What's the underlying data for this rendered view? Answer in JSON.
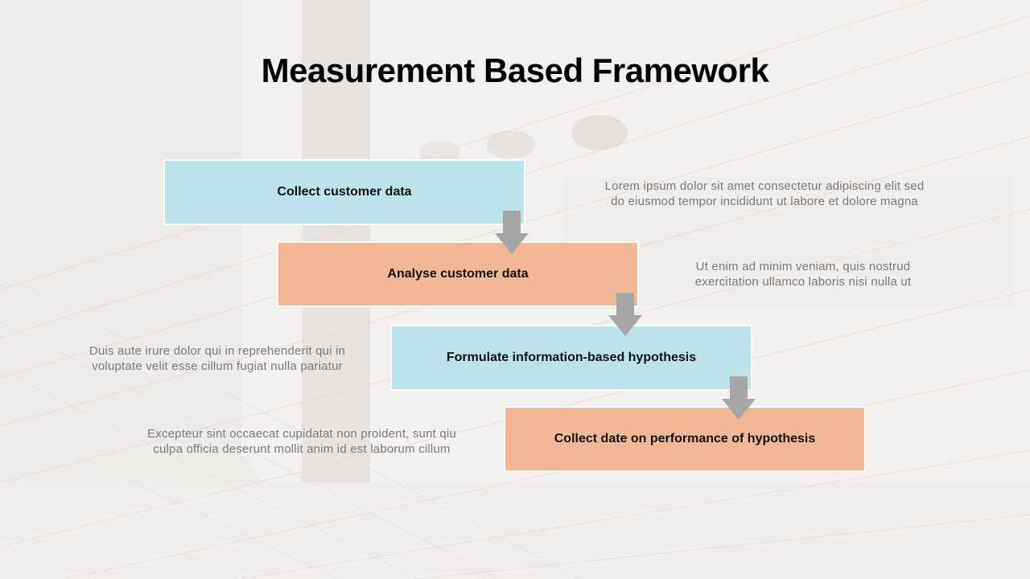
{
  "slide": {
    "title": "Measurement Based Framework"
  },
  "colors": {
    "blue_box": "#bde3ea",
    "orange_box": "#f2b895",
    "arrow": "#a6a6a6",
    "description_text": "#7a7a7a"
  },
  "steps": [
    {
      "label": "Collect customer data",
      "color": "blue",
      "description": [
        "Lorem ipsum dolor sit amet consectetur adipiscing elit sed",
        "do eiusmod tempor incididunt ut labore et dolore magna"
      ]
    },
    {
      "label": "Analyse customer data",
      "color": "orange",
      "description": [
        "Ut enim ad minim veniam, quis nostrud",
        "exercitation ullamco laboris nisi nulla ut"
      ]
    },
    {
      "label": "Formulate information-based hypothesis",
      "color": "blue",
      "description": [
        "Duis aute irure dolor qui in reprehenderit qui in",
        "voluptate velit esse cillum fugiat nulla pariatur"
      ]
    },
    {
      "label": "Collect date on performance of hypothesis",
      "color": "orange",
      "description": [
        "Excepteur sint occaecat cupidatat non proident, sunt qiu",
        "culpa officia deserunt mollit anim id est laborum cillum"
      ]
    }
  ],
  "icons": {
    "connector": "arrow-down-icon"
  }
}
